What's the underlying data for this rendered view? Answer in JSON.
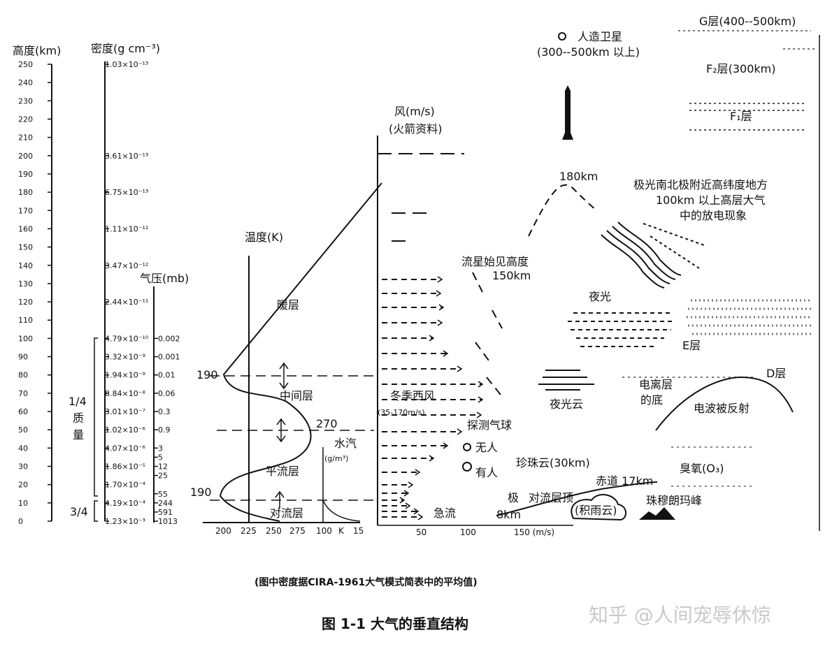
{
  "axes": {
    "altitude_title": "高度(km)",
    "altitude_ticks": [
      "250",
      "240",
      "230",
      "220",
      "210",
      "200",
      "190",
      "180",
      "170",
      "160",
      "150",
      "140",
      "130",
      "120",
      "110",
      "100",
      "90",
      "80",
      "70",
      "60",
      "50",
      "40",
      "30",
      "20",
      "10",
      "0"
    ],
    "density_title": "密度(g cm⁻³)",
    "density_ticks": [
      "1.03×10⁻¹³",
      "3.61×10⁻¹³",
      "6.75×10⁻¹³",
      "1.11×10⁻¹²",
      "3.47×10⁻¹²",
      "2.44×10⁻¹¹",
      "4.79×10⁻¹⁰",
      "3.32×10⁻⁹",
      "1.94×10⁻⁹",
      "8.84×10⁻⁸",
      "3.01×10⁻⁷",
      "1.02×10⁻⁶",
      "4.07×10⁻⁶",
      "1.86×10⁻⁵",
      "1.70×10⁻⁴",
      "4.19×10⁻⁴",
      "1.23×10⁻³"
    ],
    "pressure_title": "气压(mb)",
    "pressure_ticks": [
      "0.002",
      "0.001",
      "0.01",
      "0.06",
      "0.3",
      "0.9",
      "3",
      "5",
      "12",
      "25",
      "55",
      "244",
      "591",
      "1013"
    ],
    "mass_label_a": "1/4",
    "mass_label_b": "质",
    "mass_label_c": "量",
    "mass_label_d": "3/4",
    "temperature_title": "温度(K)",
    "temperature_ticks": [
      "200",
      "225",
      "250",
      "275",
      "100"
    ],
    "vapor_label": "水汽",
    "vapor_unit": "(g/m³)",
    "vapor_ticks": [
      "K",
      "15"
    ],
    "wind_title": "风(m/s)",
    "wind_subtitle": "(火箭资料)",
    "wind_ticks": [
      "50",
      "100",
      "150 (m/s)"
    ]
  },
  "temperature_marks": {
    "t190_upper": "190",
    "t270": "270",
    "t190_lower": "190"
  },
  "layers": {
    "thermosphere": "暖层",
    "mesosphere": "中间层",
    "stratosphere": "平流层",
    "troposphere": "对流层"
  },
  "annotations": {
    "satellite": "人造卫星",
    "satellite_range": "(300--500km 以上)",
    "g_layer": "G层(400--500km)",
    "f2_layer": "F₂层(300km)",
    "f1_layer": "F₁层",
    "peak": "180km",
    "aurora_a": "极光南北极附近高纬度地方",
    "aurora_b": "100km 以上高层大气",
    "aurora_c": "中的放电现象",
    "meteor_a": "流星始见高度",
    "meteor_b": "150km",
    "airglow": "夜光",
    "e_layer": "E层",
    "d_layer": "D层",
    "ionosphere_a": "电离层",
    "ionosphere_b": "的底",
    "radio_reflection": "电波被反射",
    "noctilucent": "夜光云",
    "winter_westerly": "冬季西风",
    "winter_speed": "(35-170m/s)",
    "balloon": "探测气球",
    "unmanned": "无人",
    "manned": "有人",
    "ozone": "臭氧(O₃)",
    "nacreous": "珍珠云(30km)",
    "equator": "赤道 17km",
    "polar": "极",
    "tropopause": "对流层顶",
    "polar_km": "8km",
    "jet": "急流",
    "cumulonimbus": "(积雨云)",
    "everest": "珠穆朗玛峰"
  },
  "captions": {
    "note": "(图中密度据CIRA-1961大气模式简表中的平均值)",
    "title": "图 1-1   大气的垂直结构",
    "watermark": "知乎 @人间宠辱休惊"
  }
}
